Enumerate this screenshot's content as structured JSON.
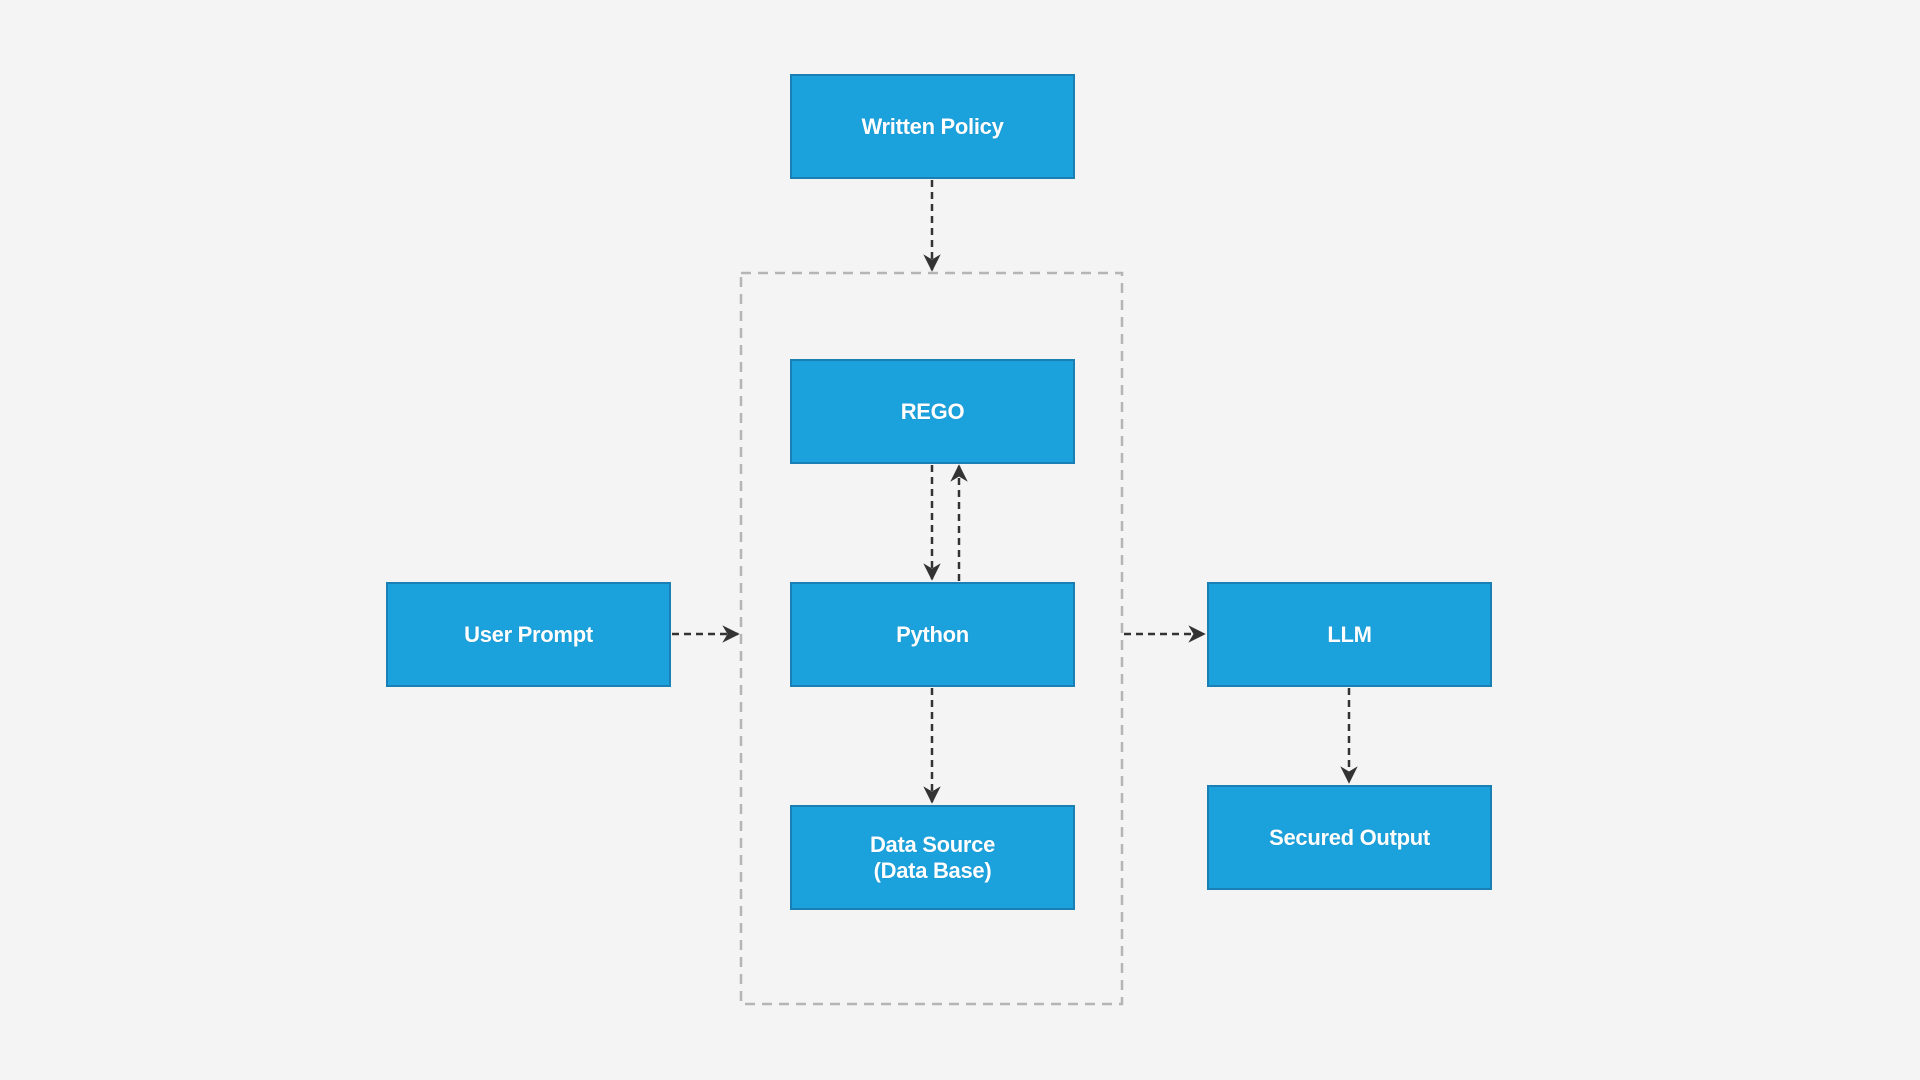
{
  "diagram": {
    "background": "#f4f4f4",
    "node_fill": "#1ba1dc",
    "node_border": "#1a7fb4",
    "node_text_color": "#ffffff",
    "connector_color": "#333333",
    "container_color": "#b5b5b5",
    "nodes": {
      "written_policy": "Written Policy",
      "rego": "REGO",
      "python": "Python",
      "data_source": "Data Source\n(Data Base)",
      "user_prompt": "User Prompt",
      "llm": "LLM",
      "secured_output": "Secured Output"
    },
    "edges": [
      {
        "from": "Written Policy",
        "to": "policy engine group",
        "style": "dashed"
      },
      {
        "from": "Python",
        "to": "REGO",
        "style": "dashed"
      },
      {
        "from": "REGO",
        "to": "Python",
        "style": "dashed"
      },
      {
        "from": "User Prompt",
        "to": "policy engine group",
        "style": "dashed"
      },
      {
        "from": "Python",
        "to": "Data Source (Data Base)",
        "style": "dashed"
      },
      {
        "from": "policy engine group",
        "to": "LLM",
        "style": "dashed"
      },
      {
        "from": "LLM",
        "to": "Secured Output",
        "style": "dashed"
      }
    ]
  }
}
